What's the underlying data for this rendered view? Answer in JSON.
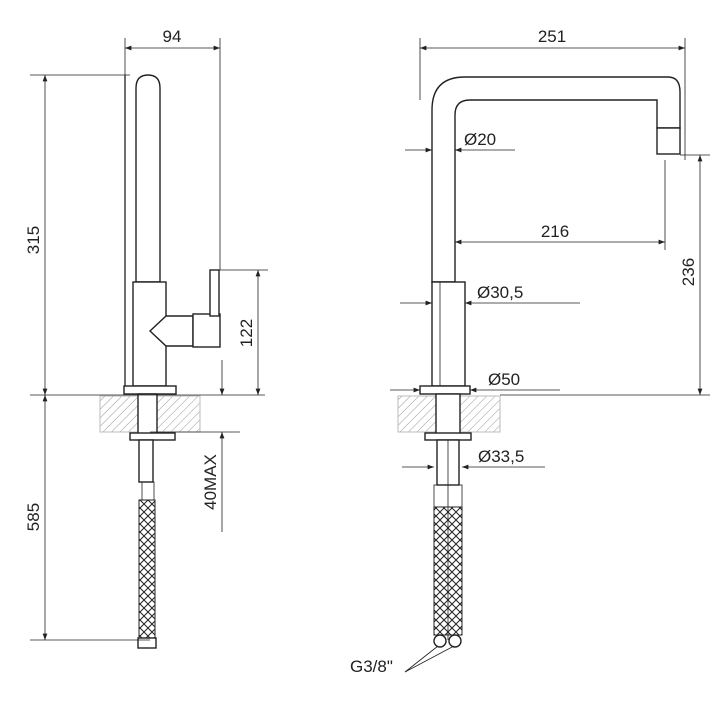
{
  "side_view": {
    "width_label": "94",
    "height_label": "315",
    "handle_height_label": "122",
    "hose_length_label": "585",
    "counter_thickness_label": "40MAX"
  },
  "front_view": {
    "reach_total_label": "251",
    "spout_diameter_label": "Ø20",
    "reach_label": "216",
    "spout_height_label": "236",
    "body_diameter_label": "Ø30,5",
    "base_diameter_label": "Ø50",
    "shank_diameter_label": "Ø33,5",
    "connection_label": "G3/8\""
  }
}
